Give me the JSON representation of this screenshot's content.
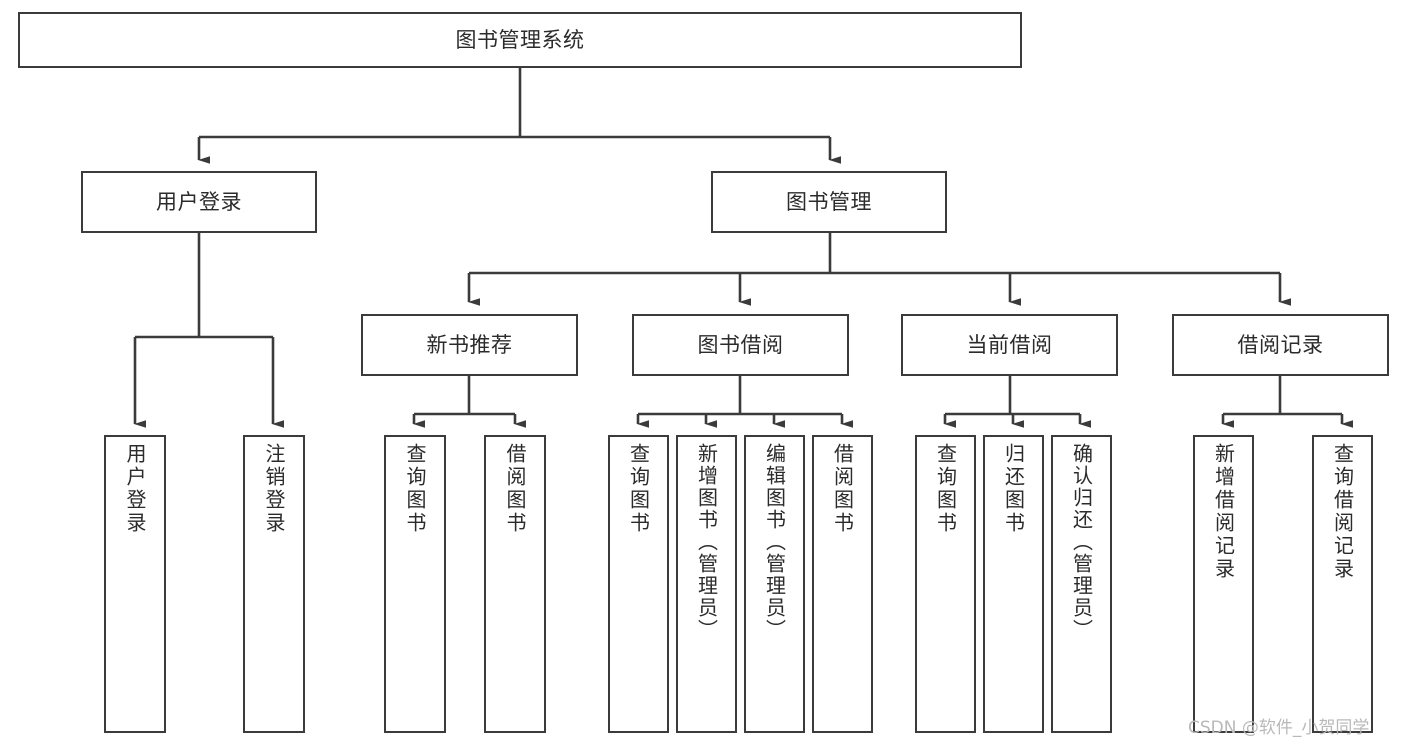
{
  "diagram": {
    "type": "tree-hierarchy",
    "title": "图书管理系统",
    "root": {
      "label": "图书管理系统"
    },
    "level2": [
      {
        "label": "用户登录"
      },
      {
        "label": "图书管理"
      }
    ],
    "level3": [
      {
        "label": "新书推荐"
      },
      {
        "label": "图书借阅"
      },
      {
        "label": "当前借阅"
      },
      {
        "label": "借阅记录"
      }
    ],
    "leaves": {
      "user_login": [
        {
          "label": "用户登录"
        },
        {
          "label": "注销登录"
        }
      ],
      "new_book_recommend": [
        {
          "label": "查询图书"
        },
        {
          "label": "借阅图书"
        }
      ],
      "book_borrow": [
        {
          "label": "查询图书"
        },
        {
          "label": "新增图书（管理员）"
        },
        {
          "label": "编辑图书（管理员）"
        },
        {
          "label": "借阅图书"
        }
      ],
      "current_borrow": [
        {
          "label": "查询图书"
        },
        {
          "label": "归还图书"
        },
        {
          "label": "确认归还（管理员）"
        }
      ],
      "borrow_record": [
        {
          "label": "新增借阅记录"
        },
        {
          "label": "查询借阅记录"
        }
      ]
    }
  },
  "watermark": {
    "text": "CSDN @软件_小贺同学"
  },
  "colors": {
    "box_border": "#3b3b3b",
    "box_fill": "#ffffff",
    "text": "#2b2b2b",
    "connector": "#3b3b3b",
    "watermark": "#b9b9b9",
    "background": "#ffffff"
  }
}
